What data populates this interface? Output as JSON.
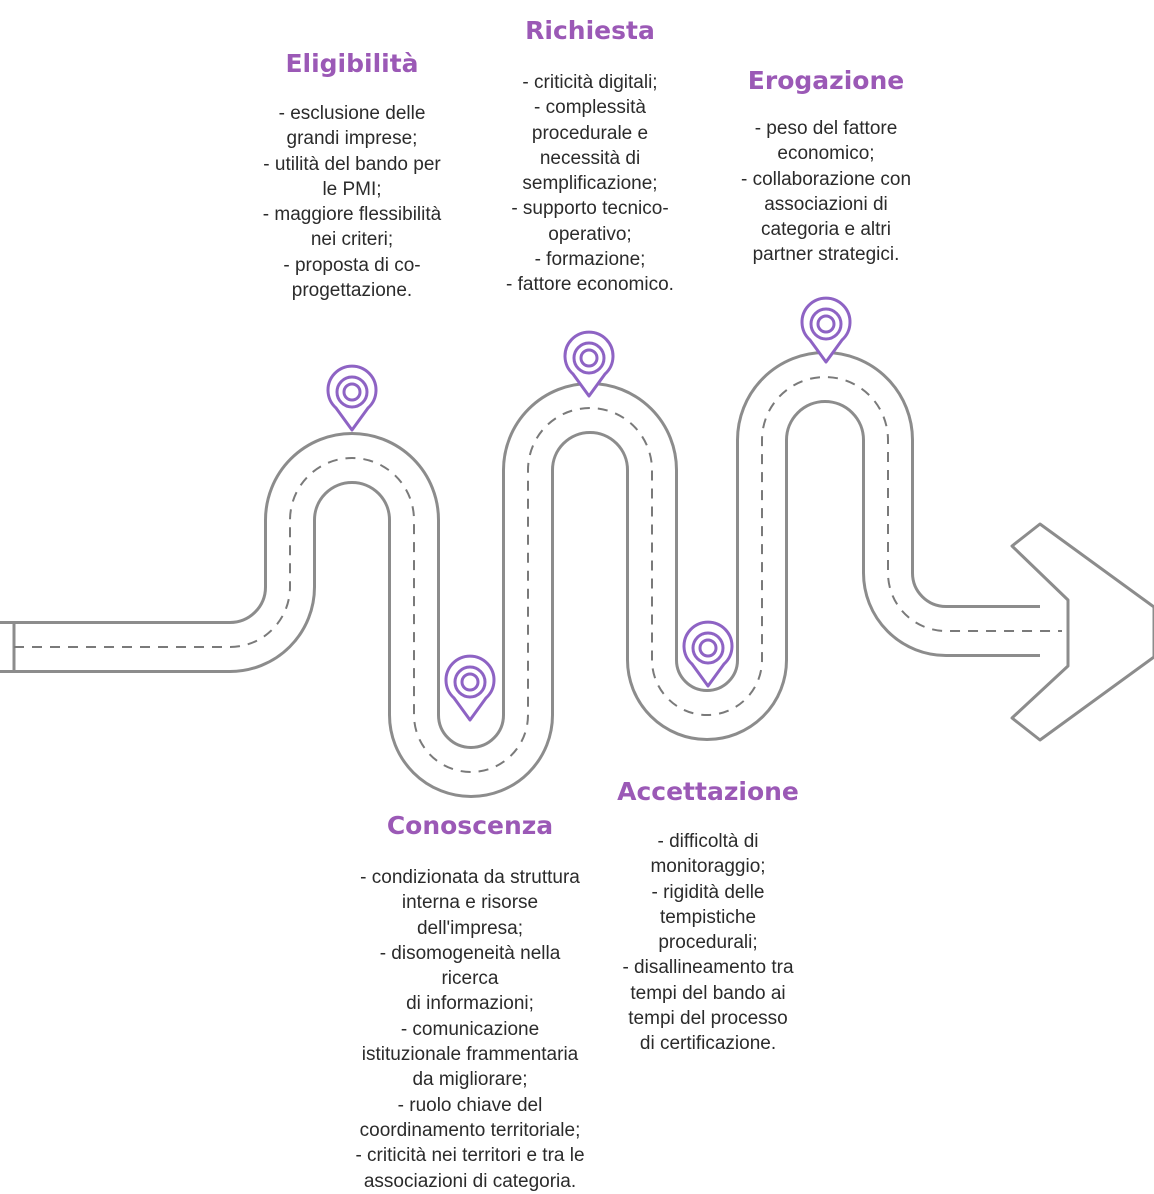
{
  "colors": {
    "accent": "#9b59b6",
    "road_outline": "#8c8c8c",
    "road_fill": "#ffffff",
    "text": "#2b2b2b"
  },
  "stages": [
    {
      "id": "eligibilita",
      "title": "Eligibilità",
      "marker_icon": "location-pin-icon",
      "lines": [
        "- esclusione delle",
        "grandi imprese;",
        "- utilità del bando per",
        "le PMI;",
        "- maggiore flessibilità",
        "nei criteri;",
        "- proposta di co-",
        "progettazione."
      ]
    },
    {
      "id": "richiesta",
      "title": "Richiesta",
      "marker_icon": "location-pin-icon",
      "lines": [
        "- criticità digitali;",
        "- complessità",
        "procedurale e",
        "necessità di",
        "semplificazione;",
        "- supporto tecnico-",
        "operativo;",
        "- formazione;",
        "- fattore economico."
      ]
    },
    {
      "id": "erogazione",
      "title": "Erogazione",
      "marker_icon": "location-pin-icon",
      "lines": [
        "- peso del fattore",
        "economico;",
        "- collaborazione con",
        "associazioni di",
        "categoria e altri",
        "partner strategici."
      ]
    },
    {
      "id": "conoscenza",
      "title": "Conoscenza",
      "marker_icon": "location-pin-icon",
      "lines": [
        "- condizionata da struttura",
        "interna e risorse",
        "dell'impresa;",
        "- disomogeneità nella",
        "ricerca",
        "di informazioni;",
        "- comunicazione",
        "istituzionale frammentaria",
        "da migliorare;",
        "- ruolo chiave del",
        "coordinamento territoriale;",
        "- criticità nei territori e tra le",
        "associazioni di categoria."
      ]
    },
    {
      "id": "accettazione",
      "title": "Accettazione",
      "marker_icon": "location-pin-icon",
      "lines": [
        "- difficoltà di",
        "monitoraggio;",
        "- rigidità delle",
        "tempistiche",
        "procedurali;",
        "- disallineamento tra",
        "tempi del bando ai",
        "tempi del processo",
        "di certificazione."
      ]
    }
  ]
}
